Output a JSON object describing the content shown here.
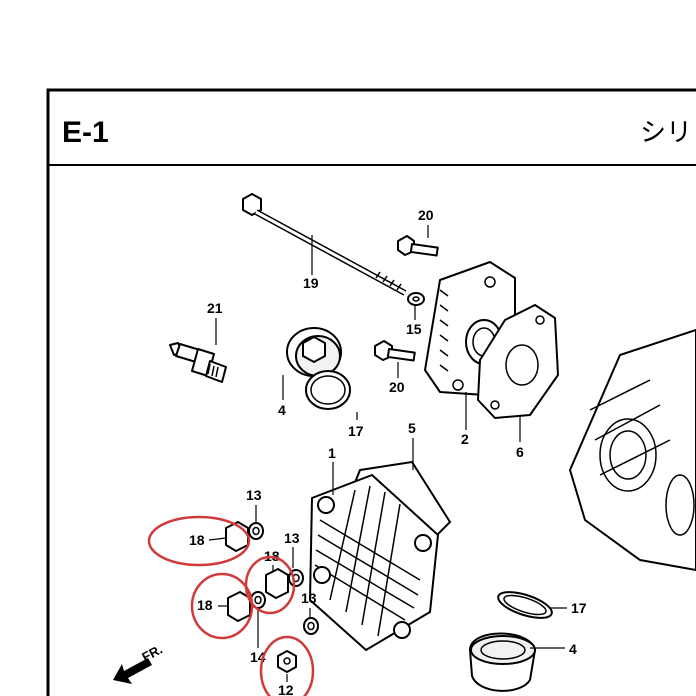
{
  "header": {
    "section_code": "E-1",
    "section_title_partial": "シリ"
  },
  "direction_label": "FR.",
  "callouts": {
    "c1": "1",
    "c2": "2",
    "c4a": "4",
    "c4b": "4",
    "c5": "5",
    "c6": "6",
    "c12": "12",
    "c13a": "13",
    "c13b": "13",
    "c13c": "13",
    "c14": "14",
    "c15": "15",
    "c17a": "17",
    "c17b": "17",
    "c18a": "18",
    "c18b": "18",
    "c18c": "18",
    "c19": "19",
    "c20a": "20",
    "c20b": "20",
    "c21": "21"
  },
  "highlight_color": "#d13a3a"
}
